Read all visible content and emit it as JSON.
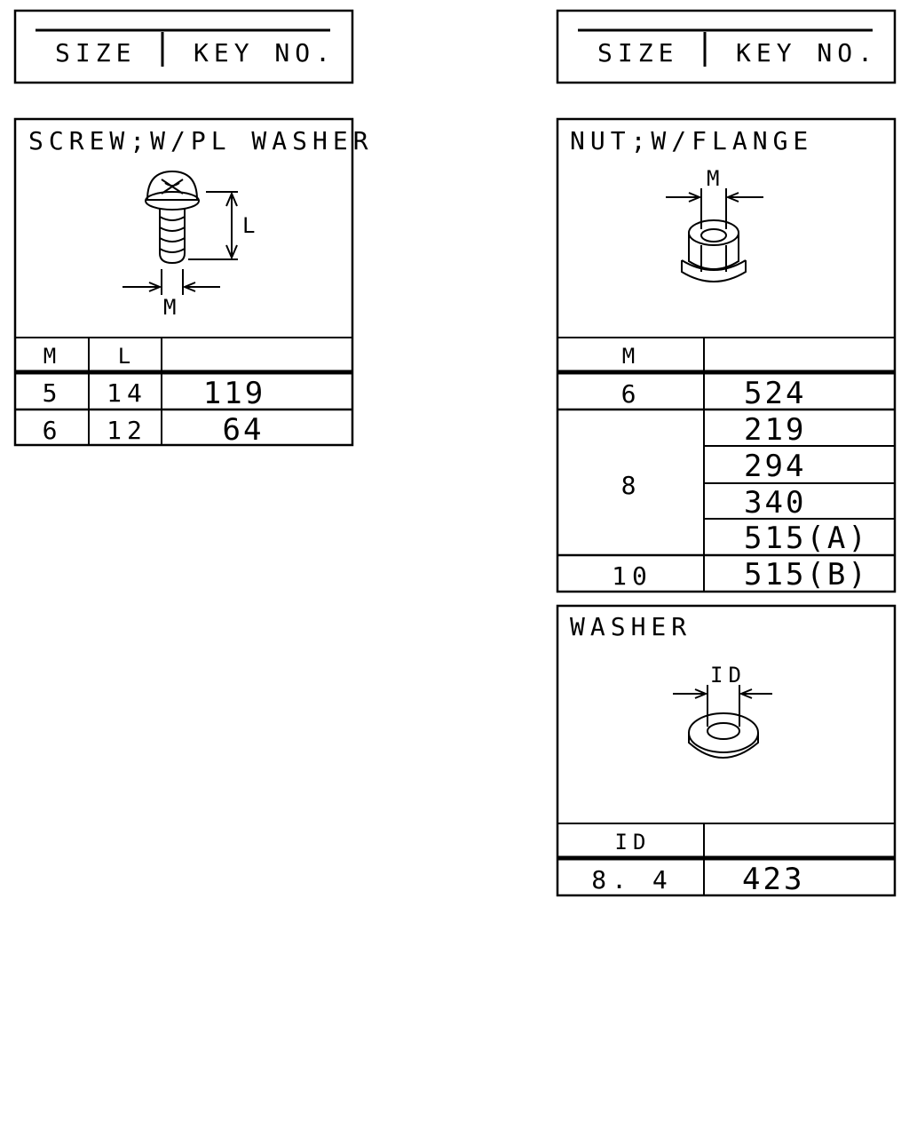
{
  "headers": {
    "left": {
      "size_label": "SIZE",
      "key_label": "KEY NO."
    },
    "right": {
      "size_label": "SIZE",
      "key_label": "KEY NO."
    }
  },
  "screw": {
    "title": "SCREW;W/PL WASHER",
    "dim_L": "L",
    "dim_M": "M",
    "col_m": "M",
    "col_l": "L",
    "rows": [
      {
        "m": "5",
        "l": "14",
        "key": "119"
      },
      {
        "m": "6",
        "l": "12",
        "key": "64"
      }
    ]
  },
  "nut": {
    "title": "NUT;W/FLANGE",
    "dim_M": "M",
    "col_m": "M",
    "groups": [
      {
        "m": "6",
        "keys": [
          "524"
        ]
      },
      {
        "m": "8",
        "keys": [
          "219",
          "294",
          "340",
          "515(A)"
        ]
      },
      {
        "m": "10",
        "keys": [
          "515(B)"
        ]
      }
    ]
  },
  "washer": {
    "title": "WASHER",
    "dim_ID": "ID",
    "col_id": "ID",
    "rows": [
      {
        "id": "8. 4",
        "key": "423"
      }
    ]
  }
}
